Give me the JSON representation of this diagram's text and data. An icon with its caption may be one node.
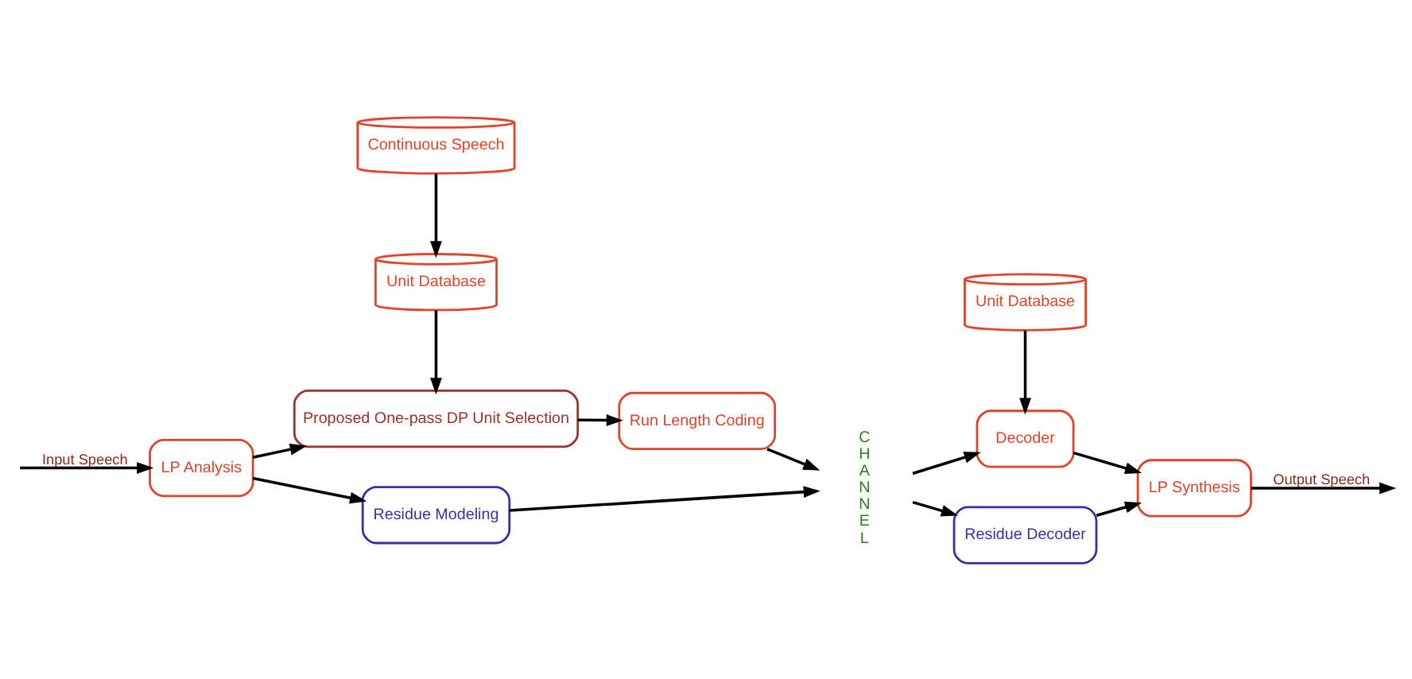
{
  "diagram": {
    "nodes": [
      {
        "text": [
          "Continuous Speech"
        ]
      },
      {
        "text": [
          "Unit Database"
        ]
      },
      {
        "text": [
          "LP Analysis"
        ]
      },
      {
        "text": [
          "Proposed One-pass DP Unit Selection"
        ]
      },
      {
        "text": [
          "Run Length Coding"
        ]
      },
      {
        "text": [
          "CHANNEL"
        ]
      },
      {
        "text": [
          "Unit Database"
        ]
      },
      {
        "text": [
          "Decoder"
        ]
      },
      {
        "text": [
          "LP Synthesis"
        ]
      },
      {
        "text": [
          "Residue Modeling"
        ]
      },
      {
        "text": [
          "Residue Decoder"
        ]
      }
    ],
    "edges": [
      {
        "from": 0,
        "to": 1,
        "arrow": "to"
      },
      {
        "from": 1,
        "to": 3,
        "arrow": "to"
      },
      {
        "from": null,
        "to": 2,
        "arrow": "to",
        "label": "Input Speech"
      },
      {
        "from": 2,
        "to": 3,
        "arrow": "to"
      },
      {
        "from": 2,
        "to": 9,
        "arrow": "to"
      },
      {
        "from": 3,
        "to": 4,
        "arrow": "to"
      },
      {
        "from": 4,
        "to": 5,
        "arrow": "to"
      },
      {
        "from": 9,
        "to": 5,
        "arrow": "to"
      },
      {
        "from": 5,
        "to": 7,
        "arrow": "to"
      },
      {
        "from": 6,
        "to": 7,
        "arrow": "to"
      },
      {
        "from": 7,
        "to": 8,
        "arrow": "to"
      },
      {
        "from": 5,
        "to": 10,
        "arrow": "to"
      },
      {
        "from": 10,
        "to": 8,
        "arrow": "to"
      },
      {
        "from": 8,
        "to": null,
        "arrow": "to",
        "label": "Output Speech"
      }
    ]
  }
}
